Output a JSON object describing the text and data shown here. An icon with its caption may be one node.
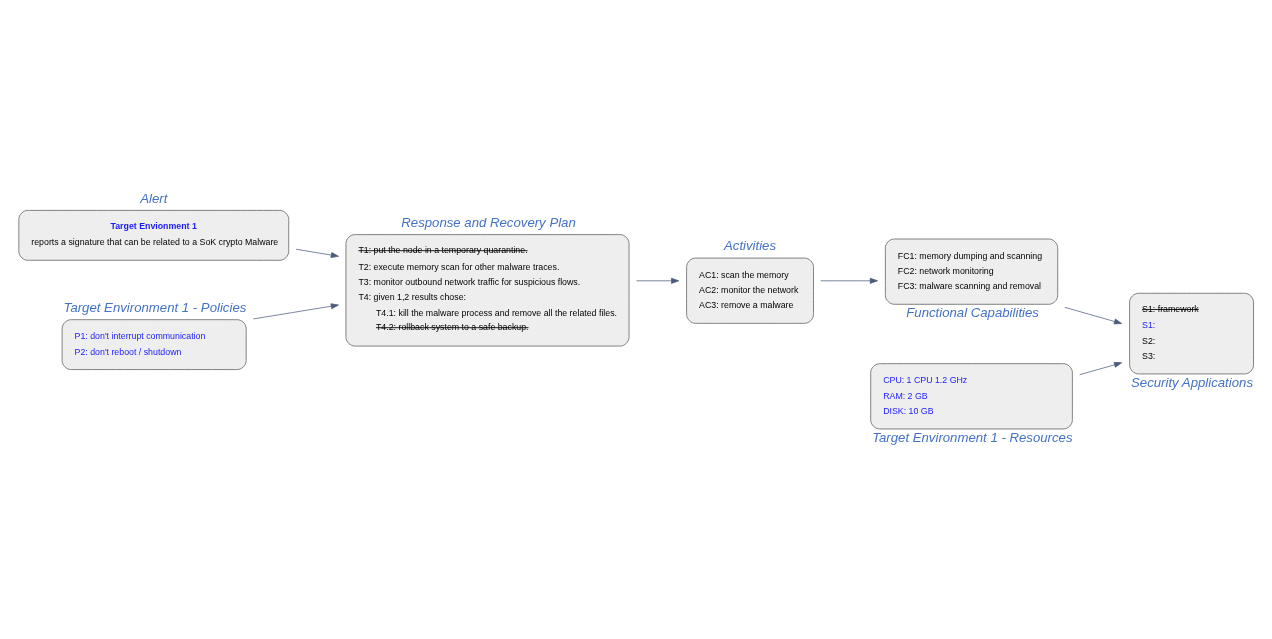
{
  "diagram": {
    "nodes": [
      {
        "text": [
          "Alert",
          "Target Envionment 1",
          "reports a signature that can be related to a SoK crypto Malware"
        ]
      },
      {
        "text": [
          "Response and Recovery Plan",
          "T1: put the node in a temporary quarantine.",
          "T2: execute memory scan for other malware traces.",
          "T3: monitor outbound network traffic for suspicious flows.",
          "T4: given 1,2 results chose:",
          "T4.1: kill the malware process and remove all the related files.",
          "T4.2: rollback system to a safe backup."
        ]
      },
      {
        "text": [
          "Target Environment 1 - Policies",
          "P1: don't interrupt communication",
          "P2: don't reboot / shutdown"
        ]
      },
      {
        "text": [
          "Activities",
          "AC1: scan the memory",
          "AC2: monitor the network",
          "AC3: remove a malware"
        ]
      },
      {
        "text": [
          "FC1: memory dumping and scanning",
          "FC2: network monitoring",
          "FC3: malware scanning and removal",
          "Functional Capabilities"
        ]
      },
      {
        "text": [
          "S1: framework",
          "S1:",
          "S2:",
          "S3:",
          "Security Applications"
        ]
      },
      {
        "text": [
          "CPU: 1 CPU 1.2 GHz",
          "RAM: 2 GB",
          "DISK: 10 GB",
          "Target Environment 1 - Resources"
        ]
      }
    ],
    "edges": [
      {
        "from": 0,
        "to": 1,
        "arrow": "to"
      },
      {
        "from": 2,
        "to": 1,
        "arrow": "to"
      },
      {
        "from": 1,
        "to": 3,
        "arrow": "to"
      },
      {
        "from": 3,
        "to": 4,
        "arrow": "to"
      },
      {
        "from": 4,
        "to": 5,
        "arrow": "to"
      },
      {
        "from": 6,
        "to": 5,
        "arrow": "to"
      }
    ]
  }
}
